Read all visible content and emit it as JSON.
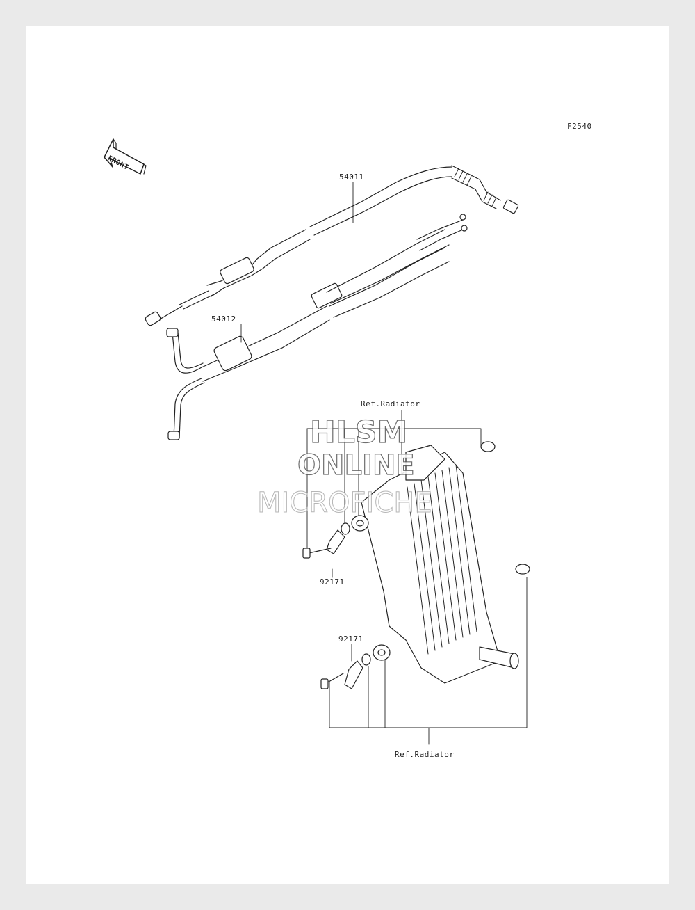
{
  "figure_code": "F2540",
  "front_arrow_label": "FRONT",
  "parts": {
    "throttle_cable_1": "54011",
    "throttle_cable_2": "54012",
    "clamp_upper": "92171",
    "clamp_lower": "92171"
  },
  "references": {
    "radiator_top": "Ref.Radiator",
    "radiator_bottom": "Ref.Radiator"
  },
  "watermark": {
    "line1": "HLSM",
    "line2": "ONLINE",
    "line3": "MICROFICHE"
  }
}
